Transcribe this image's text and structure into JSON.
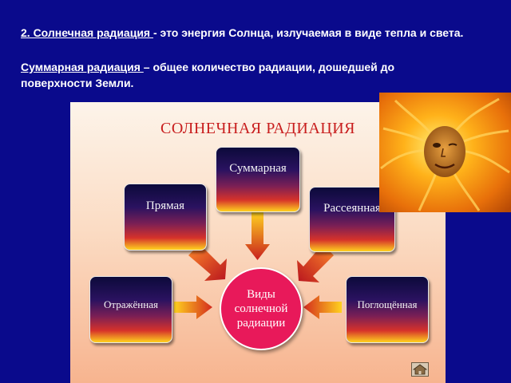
{
  "text": {
    "line1_term": "2. Солнечная радиация ",
    "line1_rest": "- это энергия Солнца, излучаемая в виде тепла и света.",
    "line2_term": "Суммарная радиация ",
    "line2_rest": "– общее количество радиации, дошедшей до",
    "line3": "поверхности Земли."
  },
  "diagram": {
    "title": "СОЛНЕЧНАЯ  РАДИАЦИЯ",
    "center": "Виды\nсолнечной\nрадиации",
    "boxes": {
      "total": "Суммарная",
      "direct": "Прямая",
      "scattered": "Рассеянная",
      "reflected": "Отражённая",
      "absorbed": "Поглощённая"
    }
  },
  "icons": {
    "home": "home-icon",
    "sun": "sun-face-icon"
  },
  "colors": {
    "background": "#0a0a8c",
    "title": "#c81e1e",
    "circle": "#e8195a",
    "arrow_start": "#ffd21f",
    "arrow_end": "#c81e1e"
  }
}
